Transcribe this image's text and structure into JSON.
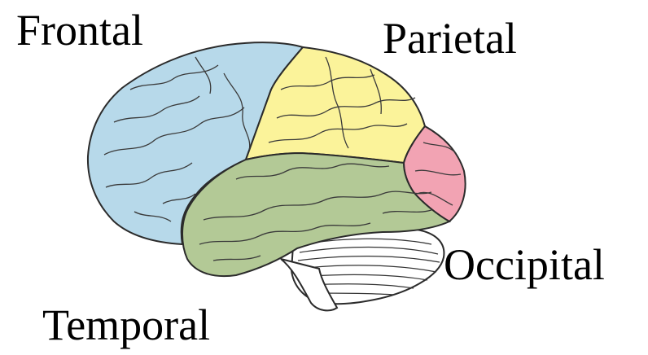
{
  "labels": {
    "frontal": "Frontal",
    "parietal": "Parietal",
    "occipital": "Occipital",
    "temporal": "Temporal"
  },
  "colors": {
    "frontal": "#b7d9ea",
    "parietal": "#fbf39a",
    "occipital": "#f2a3b3",
    "temporal": "#b3c996",
    "cerebellum": "#ffffff",
    "outline": "#2b2b2b",
    "text": "#000000"
  }
}
